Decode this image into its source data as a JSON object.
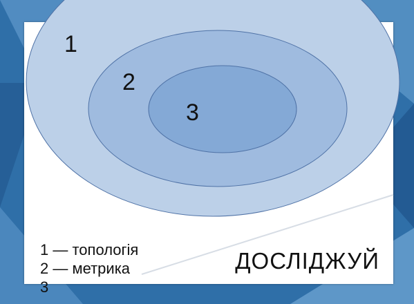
{
  "diagram": {
    "regions": [
      {
        "label": "1",
        "fill": "#bcd0e8"
      },
      {
        "label": "2",
        "fill": "#9fbbdf"
      },
      {
        "label": "3",
        "fill": "#84a9d6"
      }
    ],
    "stroke": "#4f72a6"
  },
  "legend": {
    "items": [
      "1 — топологія",
      "2 — метрика",
      "3"
    ]
  },
  "caption": "ДОСЛІДЖУЙ",
  "background": {
    "base": "#2f6fa8",
    "light": "#6fa7d6",
    "dark": "#1d4f86"
  }
}
